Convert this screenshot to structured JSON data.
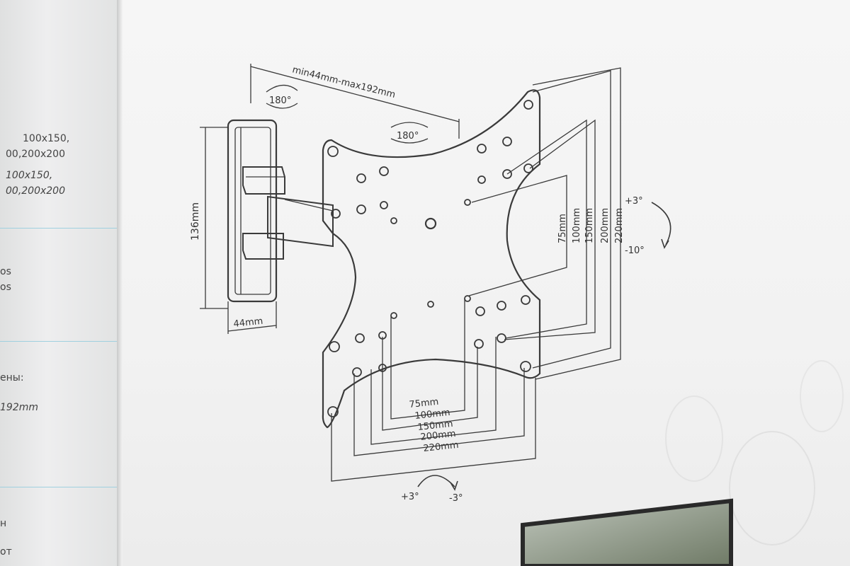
{
  "left_panel": {
    "lines": [
      "100x150,",
      "00,200x200",
      "100x150,",
      "00,200x200",
      "os",
      "os",
      "ены:",
      "192mm",
      "н",
      "от"
    ]
  },
  "diagram": {
    "depth_range": "min44mm-max192mm",
    "swivel_arm": "180°",
    "swivel_plate": "180°",
    "height": "136mm",
    "depth": "44mm",
    "tilt_up": "+3°",
    "tilt_down": "-10°",
    "rotate_left": "+3°",
    "rotate_right": "-3°",
    "vesa_vertical": [
      "75mm",
      "100mm",
      "150mm",
      "200mm",
      "220mm"
    ],
    "vesa_horizontal": [
      "75mm",
      "100mm",
      "150mm",
      "200mm",
      "220mm"
    ]
  },
  "colors": {
    "line": "#3a3a3a",
    "accent_stripe": "#9fd0df",
    "tv_frame": "#2a2a2a"
  }
}
